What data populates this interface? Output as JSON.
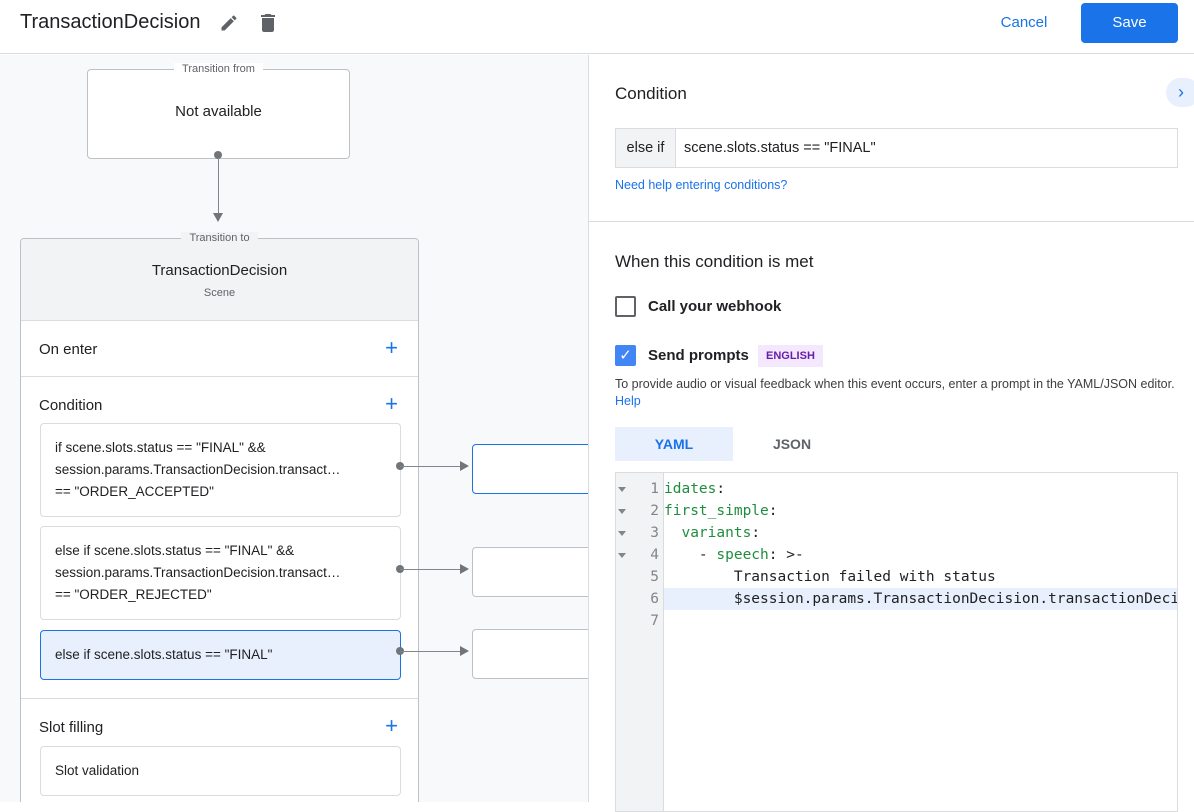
{
  "header": {
    "title": "TransactionDecision",
    "cancel_label": "Cancel",
    "save_label": "Save",
    "accent": "#1a73e8"
  },
  "canvas": {
    "transition_from": {
      "legend": "Transition from",
      "value": "Not available"
    },
    "transition_to": {
      "legend": "Transition to",
      "scene_name": "TransactionDecision",
      "scene_type": "Scene"
    },
    "on_enter": {
      "label": "On enter"
    },
    "condition": {
      "label": "Condition",
      "items": [
        {
          "lines": [
            "if scene.slots.status == \"FINAL\" &&",
            "session.params.TransactionDecision.transact…",
            "== \"ORDER_ACCEPTED\""
          ]
        },
        {
          "lines": [
            "else if scene.slots.status == \"FINAL\" &&",
            "session.params.TransactionDecision.transact…",
            "== \"ORDER_REJECTED\""
          ]
        },
        {
          "lines": [
            "else if scene.slots.status == \"FINAL\""
          ],
          "selected": true
        }
      ]
    },
    "slot_filling": {
      "label": "Slot filling",
      "slot_validation": "Slot validation"
    }
  },
  "panel": {
    "condition_title": "Condition",
    "prefix": "else if",
    "condition_value": "scene.slots.status == \"FINAL\"",
    "help_link": "Need help entering conditions?",
    "when_title": "When this condition is met",
    "webhook": {
      "label": "Call your webhook",
      "checked": false
    },
    "prompts": {
      "label": "Send prompts",
      "checked": true,
      "badge": "ENGLISH"
    },
    "description": "To provide audio or visual feedback when this event occurs, enter a prompt in the YAML/JSON editor.",
    "description_link": "Help",
    "tabs": [
      {
        "label": "YAML",
        "active": true
      },
      {
        "label": "JSON",
        "active": false
      }
    ],
    "editor": {
      "lines": [
        {
          "n": "1",
          "key": "idates",
          "rest": ":",
          "indent": "",
          "fold": true
        },
        {
          "n": "2",
          "key": "first_simple",
          "rest": ":",
          "indent": "",
          "fold": true
        },
        {
          "n": "3",
          "key": "variants",
          "rest": ":",
          "indent": "  ",
          "fold": true
        },
        {
          "n": "4",
          "key": "speech",
          "rest": ": >-",
          "indent": "    - ",
          "fold": true
        },
        {
          "n": "5",
          "key": "",
          "rest": "Transaction failed with status",
          "indent": "        ",
          "fold": false
        },
        {
          "n": "6",
          "key": "",
          "rest": "$session.params.TransactionDecision.transactionDecision",
          "indent": "        ",
          "fold": false,
          "active": true
        },
        {
          "n": "7",
          "key": "",
          "rest": "",
          "indent": "",
          "fold": false
        }
      ]
    }
  }
}
